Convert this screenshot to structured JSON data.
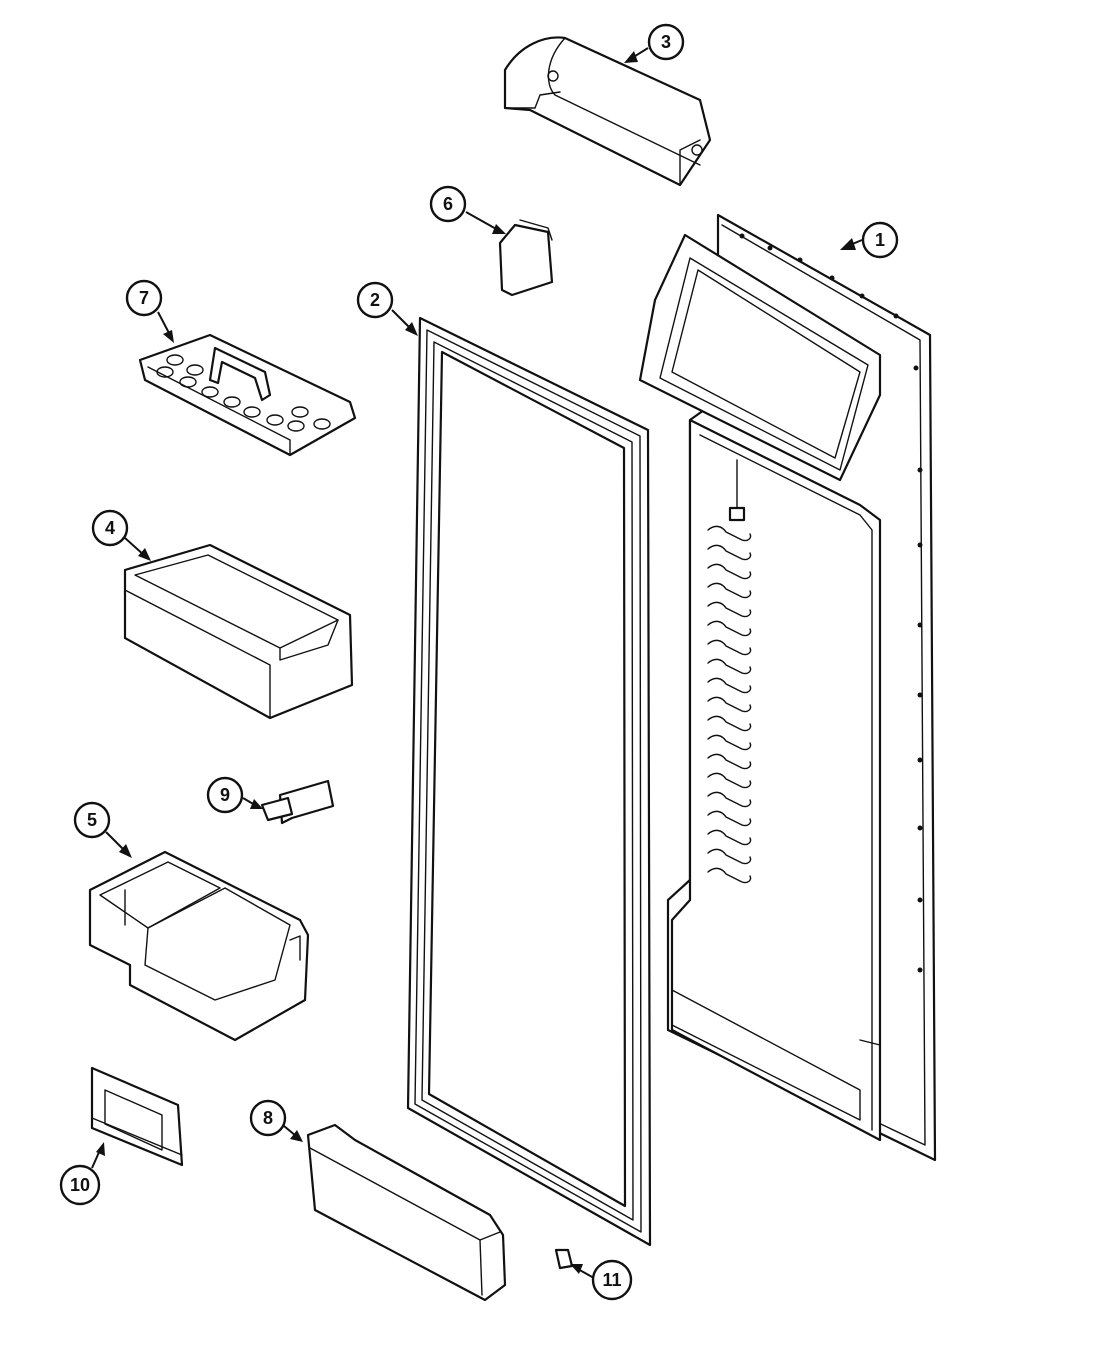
{
  "diagram": {
    "callouts": [
      {
        "id": "c1",
        "label": "1"
      },
      {
        "id": "c2",
        "label": "2"
      },
      {
        "id": "c3",
        "label": "3"
      },
      {
        "id": "c4",
        "label": "4"
      },
      {
        "id": "c5",
        "label": "5"
      },
      {
        "id": "c6",
        "label": "6"
      },
      {
        "id": "c7",
        "label": "7"
      },
      {
        "id": "c8",
        "label": "8"
      },
      {
        "id": "c9",
        "label": "9"
      },
      {
        "id": "c10",
        "label": "10"
      },
      {
        "id": "c11",
        "label": "11"
      }
    ]
  }
}
